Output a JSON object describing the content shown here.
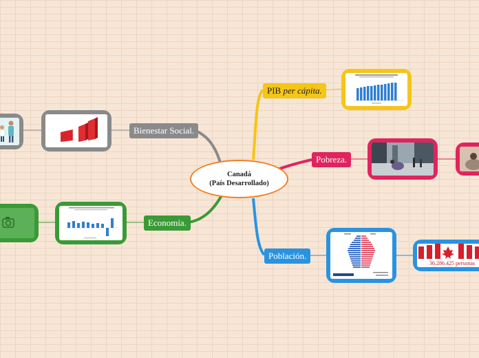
{
  "central": {
    "line1": "Canadá",
    "line2": "(País Desarrollado)"
  },
  "topics": {
    "pib_main": "PIB ",
    "pib_em": "per cápita.",
    "pobreza": "Pobreza.",
    "poblacion": "Población.",
    "bienestar": "Bienestar Social.",
    "economia": "Economía."
  },
  "poblacion_image_text": "36.286.425 personas",
  "colors": {
    "pib": "#f5c518",
    "pobreza": "#e0245e",
    "poblacion": "#2a93e0",
    "bienestar": "#8a8a8a",
    "economia": "#3a9a35",
    "central_border": "#f07f26"
  }
}
